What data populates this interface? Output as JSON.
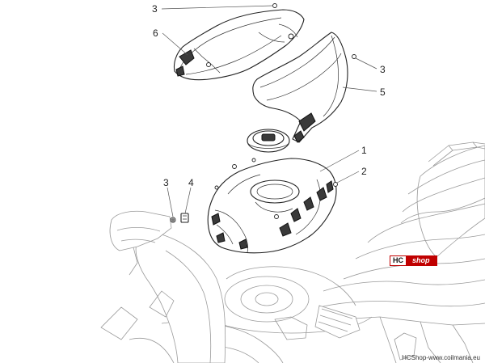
{
  "callouts": [
    {
      "id": "callout-3-top",
      "label": "3"
    },
    {
      "id": "callout-6",
      "label": "6"
    },
    {
      "id": "callout-3-right",
      "label": "3"
    },
    {
      "id": "callout-5",
      "label": "5"
    },
    {
      "id": "callout-1",
      "label": "1"
    },
    {
      "id": "callout-2",
      "label": "2"
    },
    {
      "id": "callout-3-left",
      "label": "3"
    },
    {
      "id": "callout-4",
      "label": "4"
    }
  ],
  "watermark": {
    "brand": "HC",
    "brand_suffix": "shop",
    "brand_color": "#c00000",
    "footer": "HCShop-www.coilmania.eu"
  },
  "colors": {
    "line": "#222222",
    "ghost_line": "#9a9a9a",
    "background": "#ffffff"
  }
}
